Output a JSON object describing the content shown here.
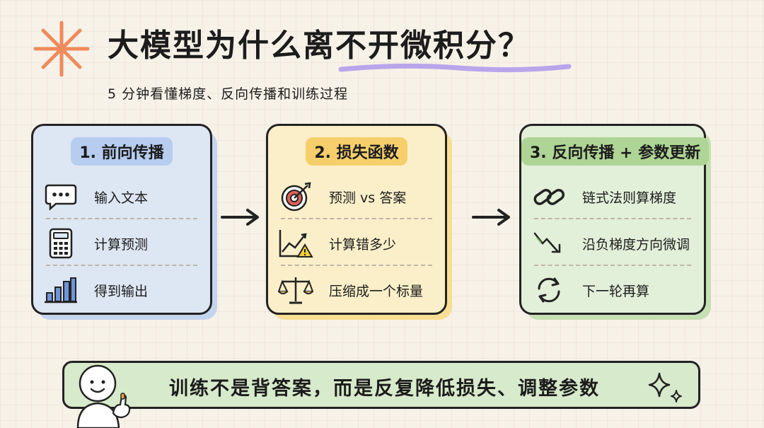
{
  "header": {
    "title": "大模型为什么离不开微积分？",
    "subtitle": "5 分钟看懂梯度、反向传播和训练过程"
  },
  "steps": [
    {
      "title": "1. 前向传播",
      "items": [
        {
          "icon": "speech-bubble-icon",
          "label": "输入文本"
        },
        {
          "icon": "calculator-icon",
          "label": "计算预测"
        },
        {
          "icon": "bar-chart-icon",
          "label": "得到输出"
        }
      ]
    },
    {
      "title": "2. 损失函数",
      "items": [
        {
          "icon": "target-icon",
          "label": "预测 vs 答案"
        },
        {
          "icon": "trend-warning-icon",
          "label": "计算错多少"
        },
        {
          "icon": "balance-scale-icon",
          "label": "压缩成一个标量"
        }
      ]
    },
    {
      "title": "3. 反向传播 + 参数更新",
      "items": [
        {
          "icon": "chain-link-icon",
          "label": "链式法则算梯度"
        },
        {
          "icon": "descending-arrow-icon",
          "label": "沿负梯度方向微调"
        },
        {
          "icon": "refresh-icon",
          "label": "下一轮再算"
        }
      ]
    }
  ],
  "banner": {
    "text": "训练不是背答案，而是反复降低损失、调整参数"
  },
  "colors": {
    "background": "#f7f2e8",
    "card1": "#dde6f3",
    "card2": "#fbefc9",
    "card3": "#e2efd9",
    "accent_spark": "#ef8a5c",
    "accent_underline": "#b9a6ea"
  }
}
